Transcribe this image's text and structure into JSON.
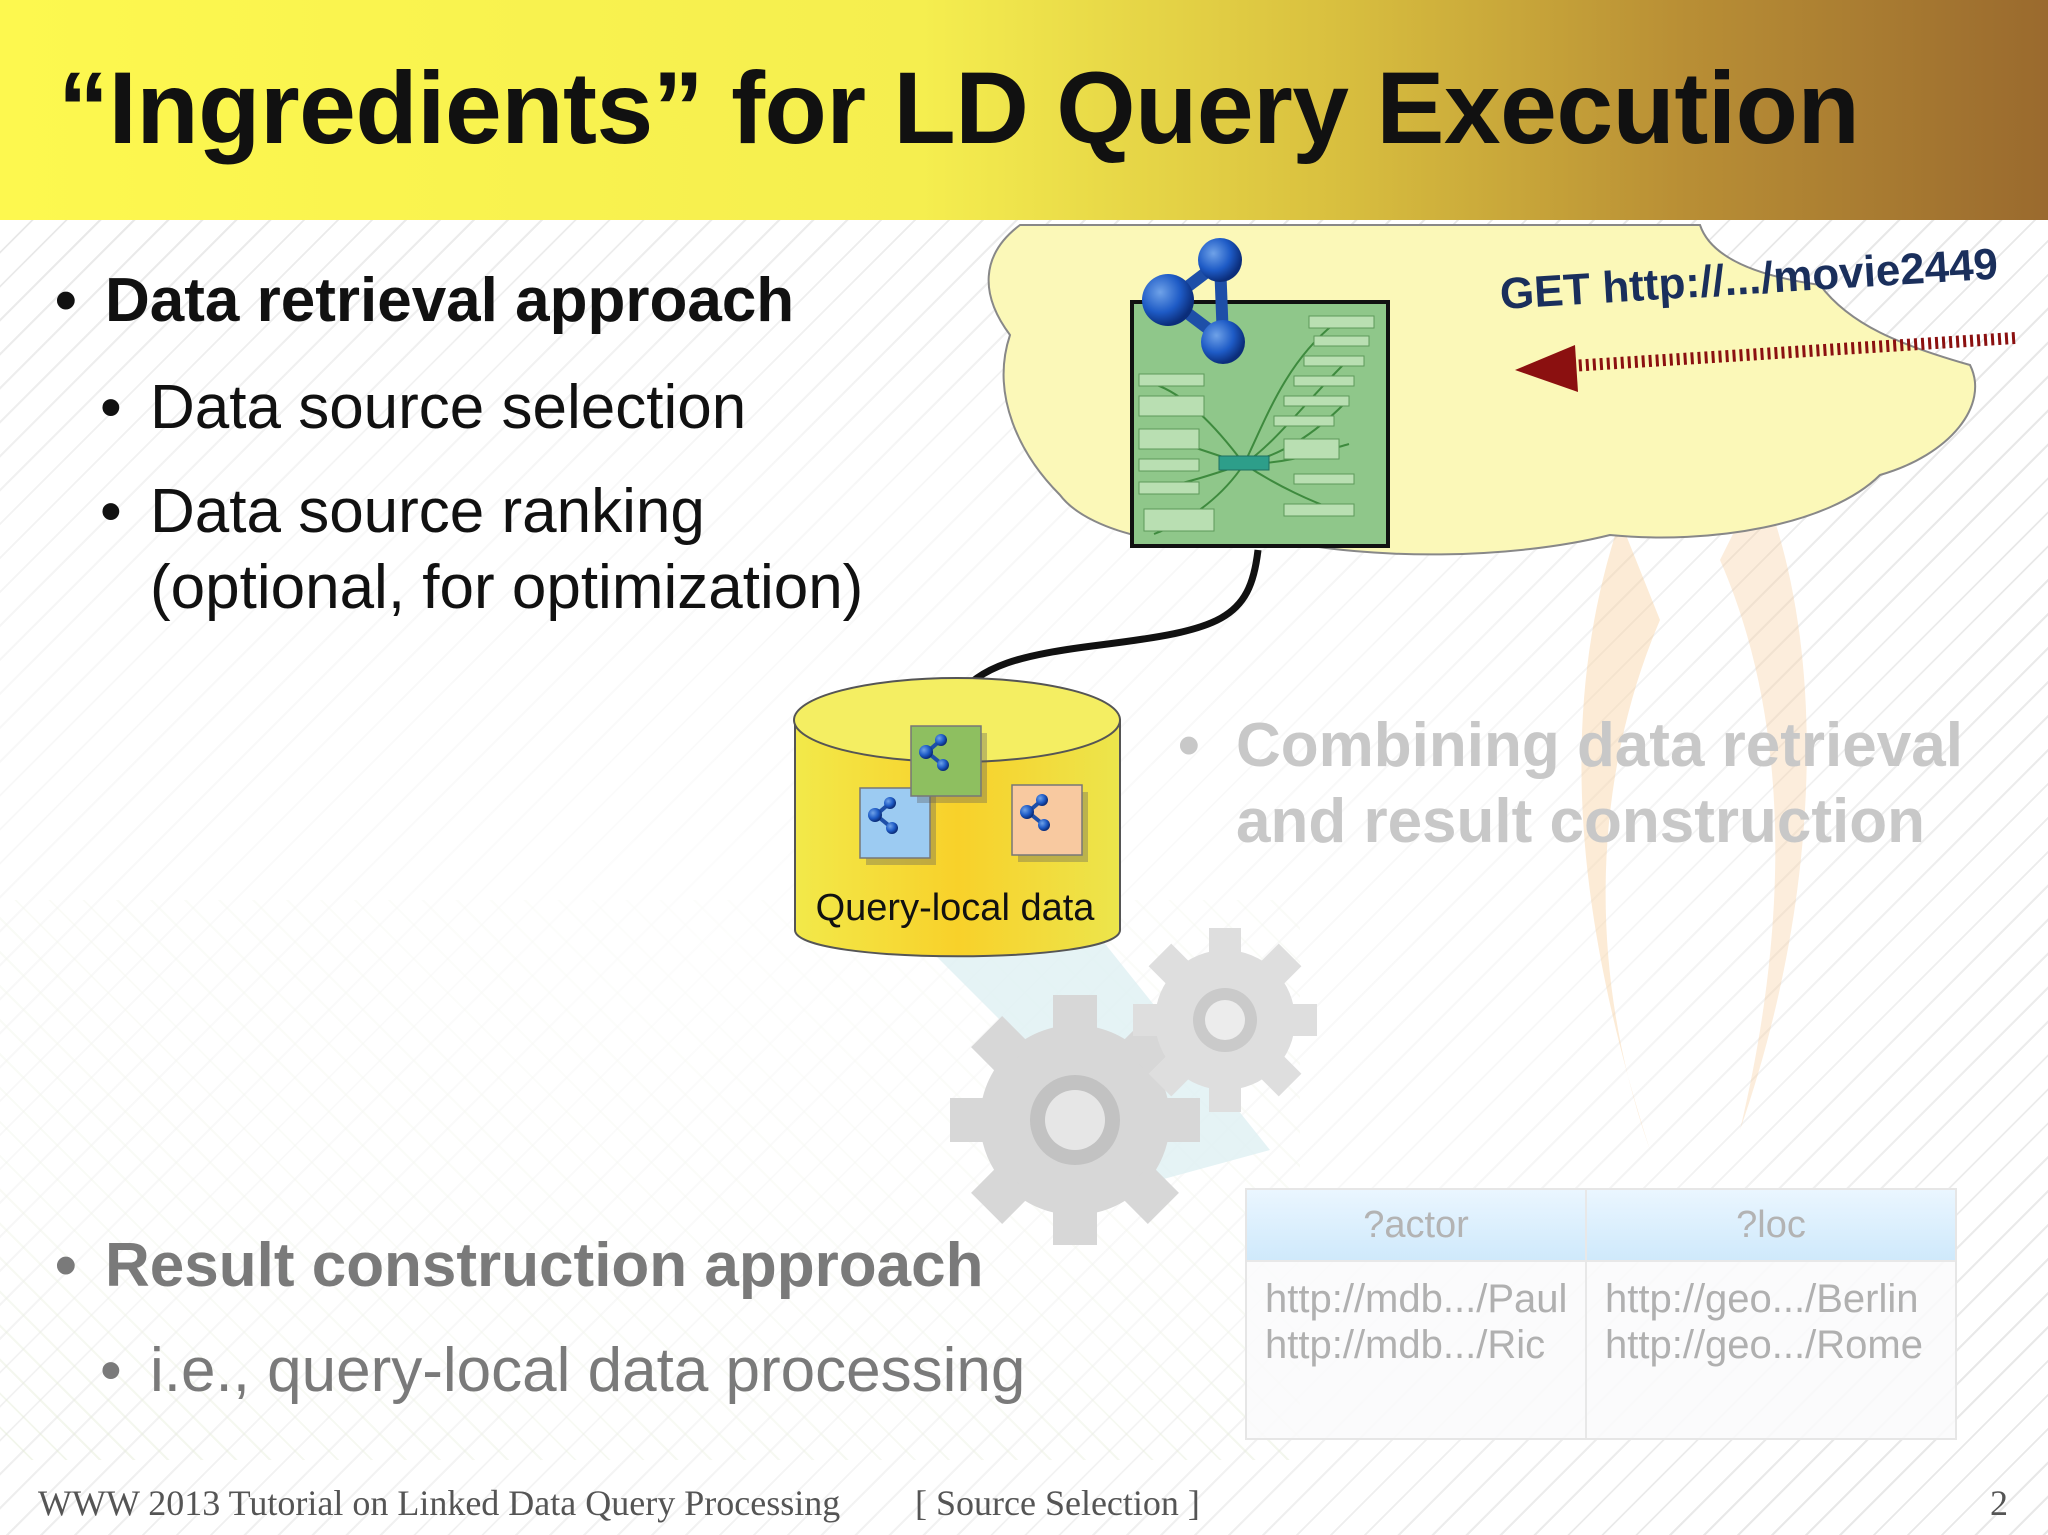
{
  "slide": {
    "title": "“Ingredients” for LD Query Execution",
    "bullets": {
      "retrieval": "Data retrieval approach",
      "selection": "Data source selection",
      "ranking_line1": "Data source ranking",
      "ranking_line2": "(optional, for optimization)",
      "combining_line1": "Combining data retrieval",
      "combining_line2": "and result construction",
      "result": "Result construction approach",
      "result_sub": "i.e., query-local data processing",
      "bullet_glyph": "•"
    },
    "diagram": {
      "get_request": "GET http://.../movie2449",
      "db_label": "Query-local data",
      "icons": [
        "rdf-graph-icon",
        "database-icon",
        "gear-icon",
        "cloud-icon"
      ]
    },
    "result_table": {
      "headers": [
        "?actor",
        "?loc"
      ],
      "col_actor": [
        "http://mdb.../Paul",
        "http://mdb.../Ric"
      ],
      "col_loc": [
        "http://geo.../Berlin",
        "http://geo.../Rome"
      ]
    },
    "footer": {
      "left": "WWW 2013 Tutorial on Linked Data Query Processing",
      "middle": "[ Source Selection ]",
      "page": "2"
    },
    "colors": {
      "title_bar_start": "#fdf84f",
      "title_bar_end": "#9a6a2e",
      "doc_green": "#8fc78a",
      "arrow_red": "#8b1010",
      "get_text": "#1a2f5c"
    }
  }
}
